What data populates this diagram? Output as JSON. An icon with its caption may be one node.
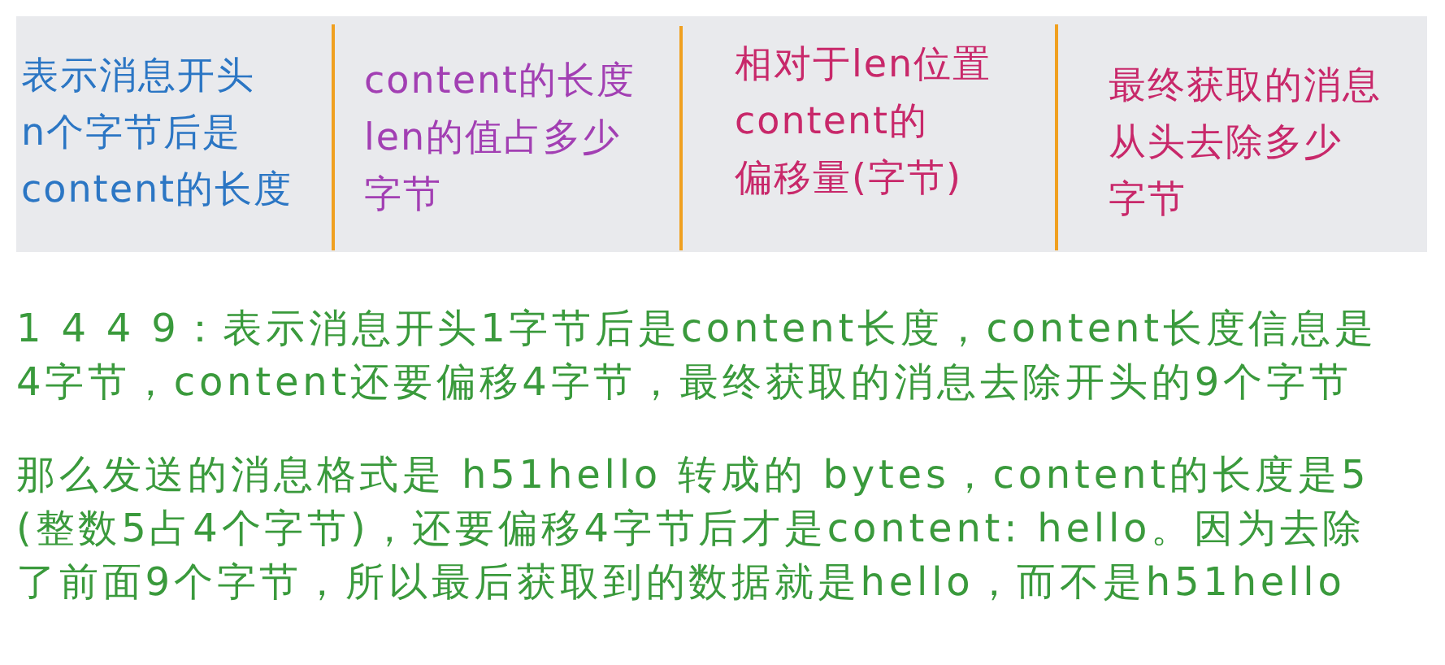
{
  "diagram": {
    "nodes": [
      {
        "text": [
          "表示消息开头n个字节后是content的长度"
        ]
      },
      {
        "text": [
          "content的长度len的值占多少字节"
        ]
      },
      {
        "text": [
          "相对于len位置content的偏移量(字节)"
        ]
      },
      {
        "text": [
          "最终获取的消息从头去除多少字节"
        ]
      }
    ],
    "labels": [
      "1 4 4 9：表示消息开头1字节后是content长度，content长度信息是4字节，content还要偏移4字节，最终获取的消息去除开头的9个字节",
      "那么发送的消息格式是 h51hello 转成的 bytes，content的长度是5(整数5占4个字节)，还要偏移4字节后才是content: hello。因为去除了前面9个字节，所以最后获取到的数据就是hello，而不是h51hello"
    ]
  }
}
